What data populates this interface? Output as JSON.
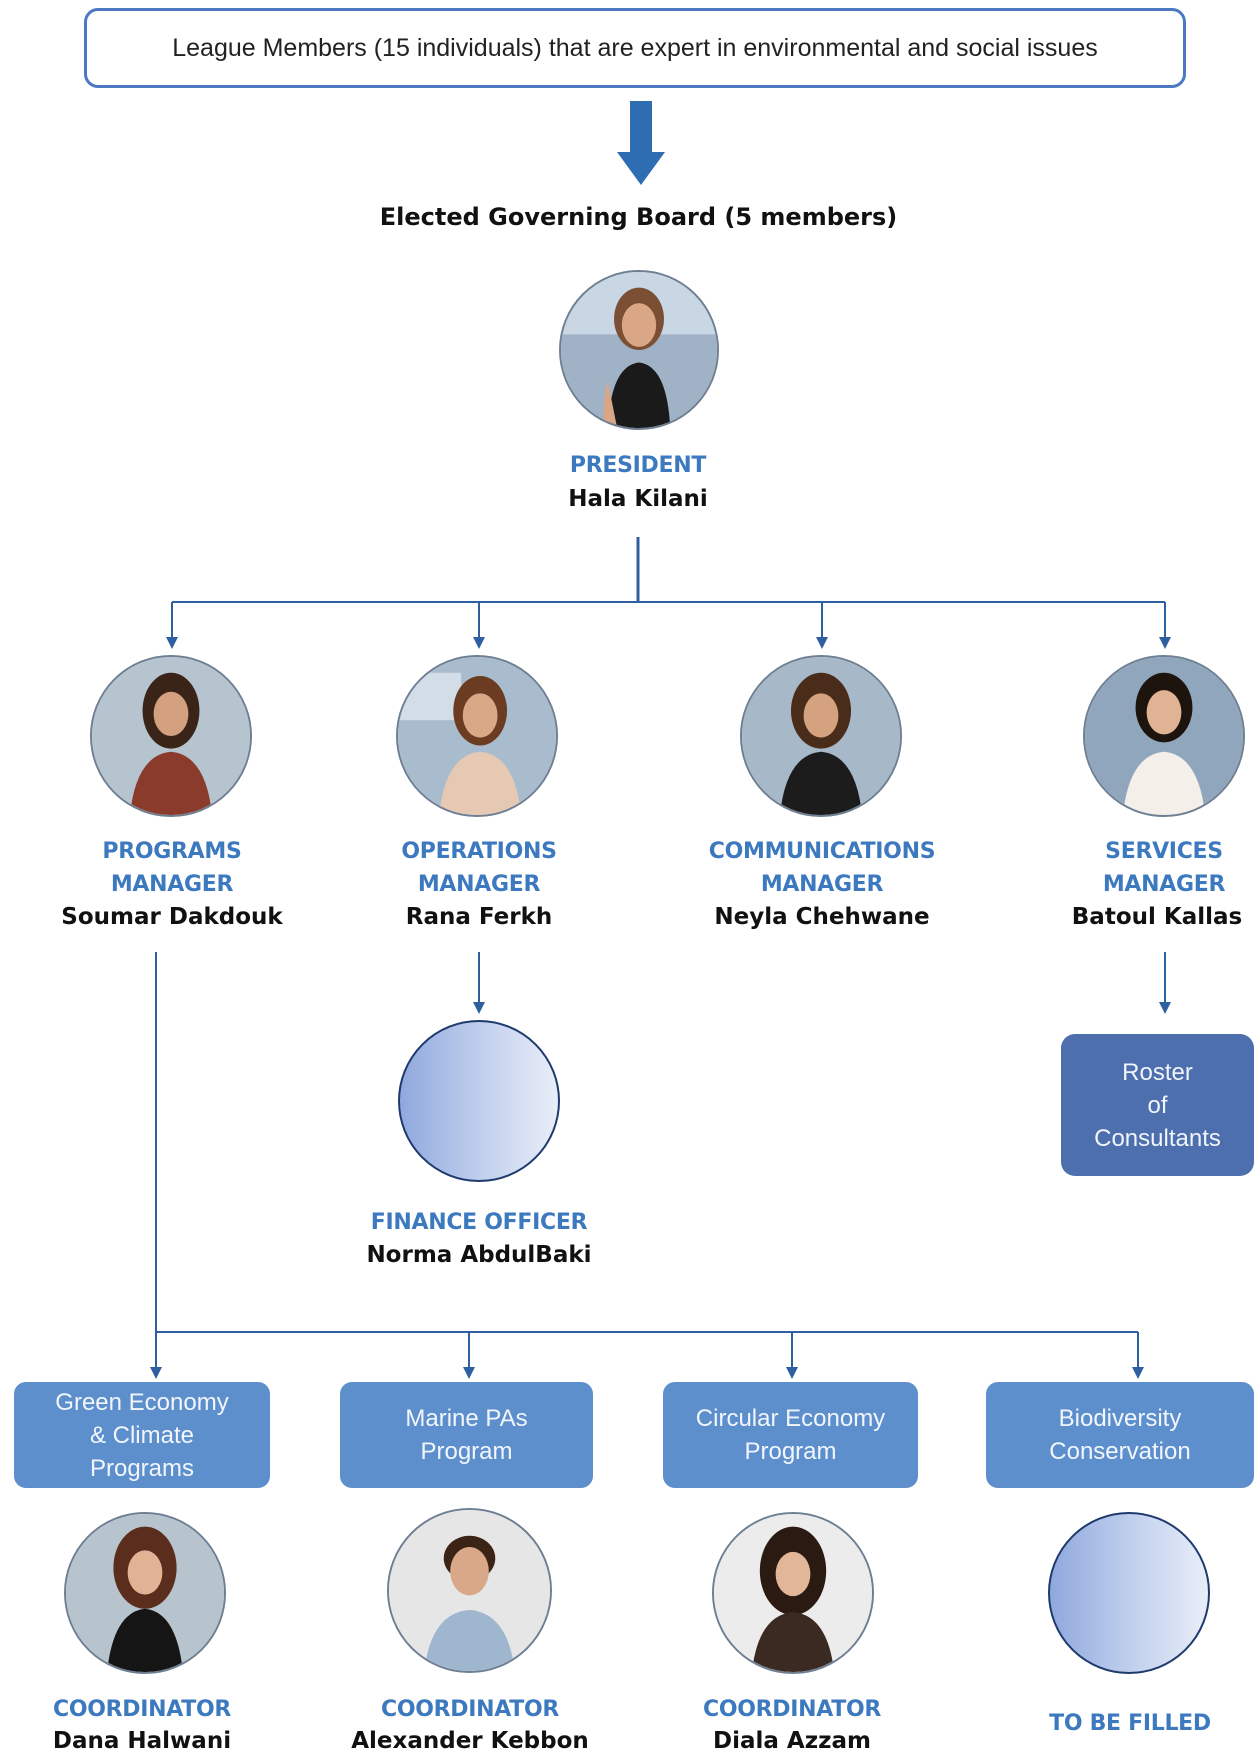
{
  "header": {
    "text": "League Members (15 individuals) that are expert in environmental and social issues"
  },
  "board": {
    "title": "Elected Governing Board (5 members)"
  },
  "president": {
    "role": "PRESIDENT",
    "name": "Hala Kilani"
  },
  "managers": [
    {
      "role_line1": "PROGRAMS",
      "role_line2": "MANAGER",
      "name": "Soumar Dakdouk"
    },
    {
      "role_line1": "OPERATIONS",
      "role_line2": "MANAGER",
      "name": "Rana Ferkh"
    },
    {
      "role_line1": "COMMUNICATIONS",
      "role_line2": "MANAGER",
      "name": "Neyla Chehwane"
    },
    {
      "role_line1": "SERVICES",
      "role_line2": "MANAGER",
      "name": "Batoul Kallas"
    }
  ],
  "finance": {
    "role": "FINANCE OFFICER",
    "name": "Norma AbdulBaki"
  },
  "roster": {
    "line1": "Roster",
    "line2": "of",
    "line3": "Consultants"
  },
  "programs": [
    {
      "line1": "Green Economy",
      "line2": "& Climate",
      "line3": "Programs",
      "role": "COORDINATOR",
      "name": "Dana Halwani"
    },
    {
      "line1": "Marine PAs",
      "line2": "Program",
      "line3": "",
      "role": "COORDINATOR",
      "name": "Alexander Kebbon"
    },
    {
      "line1": "Circular Economy",
      "line2": "Program",
      "line3": "",
      "role": "COORDINATOR",
      "name": "Diala Azzam"
    },
    {
      "line1": "Biodiversity",
      "line2": "Conservation",
      "line3": "",
      "role": "TO BE FILLED",
      "name": ""
    }
  ],
  "colors": {
    "accent_text": "#3d79bf",
    "line": "#2e5fa0",
    "arrow": "#2f6db3",
    "program_box": "#5c8fcc",
    "roster_box": "#4e6fae"
  },
  "icons": {
    "down_arrow": "big-down-arrow-icon",
    "photo": "portrait-photo",
    "empty_photo": "empty-photo-placeholder"
  }
}
